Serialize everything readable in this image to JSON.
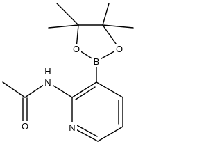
{
  "molecule": {
    "atom_labels": {
      "O_ring_left": "O",
      "O_ring_right": "O",
      "B": "B",
      "NH": "H",
      "N_amide": "N",
      "O_carbonyl": "O",
      "N_pyridine": "N"
    }
  }
}
